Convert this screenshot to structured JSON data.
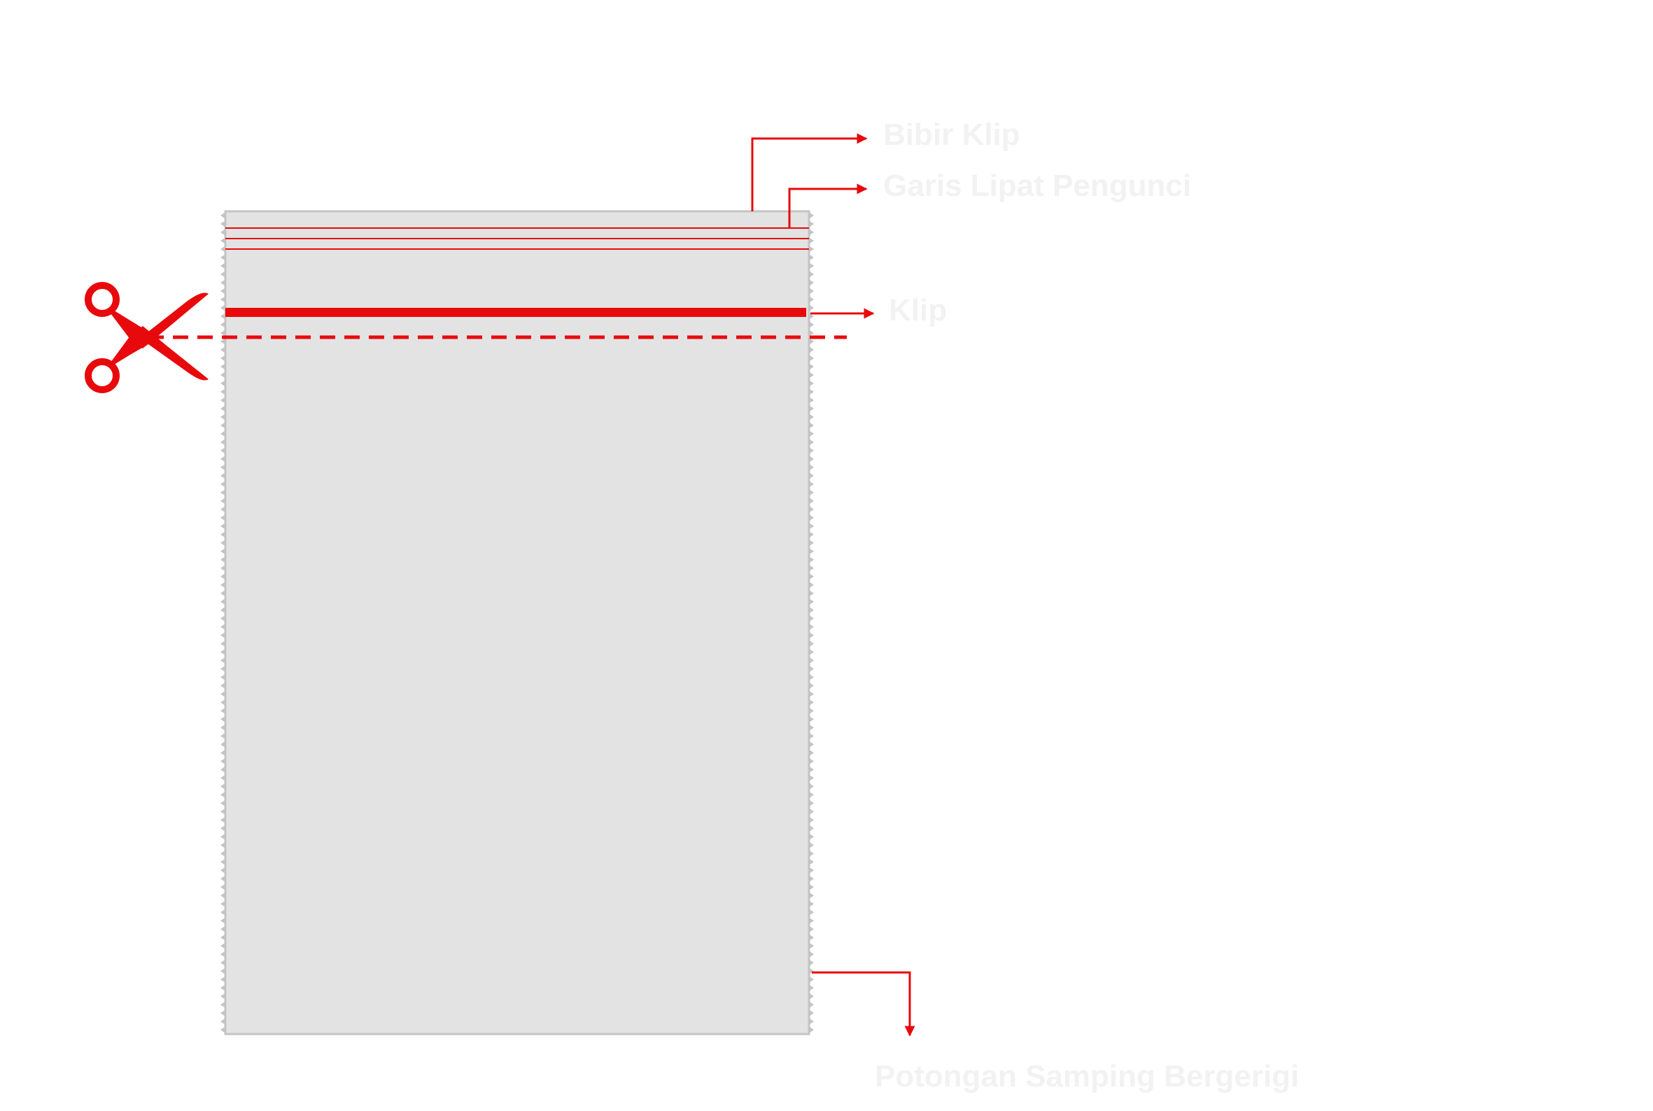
{
  "colors": {
    "accent": "#e8090c",
    "bag_fill": "#e3e3e3",
    "bag_edge": "#c4c4c4",
    "label_text": "#f2f2f2",
    "background": "#ffffff"
  },
  "labels": {
    "zip_lip": "Bibir Klip",
    "seal_line": "Garis Lipat Pengunci",
    "zip": "Klip",
    "side_seal": "Potongan Samping Bergerigi"
  },
  "icons": {
    "cut": "scissors-icon"
  }
}
